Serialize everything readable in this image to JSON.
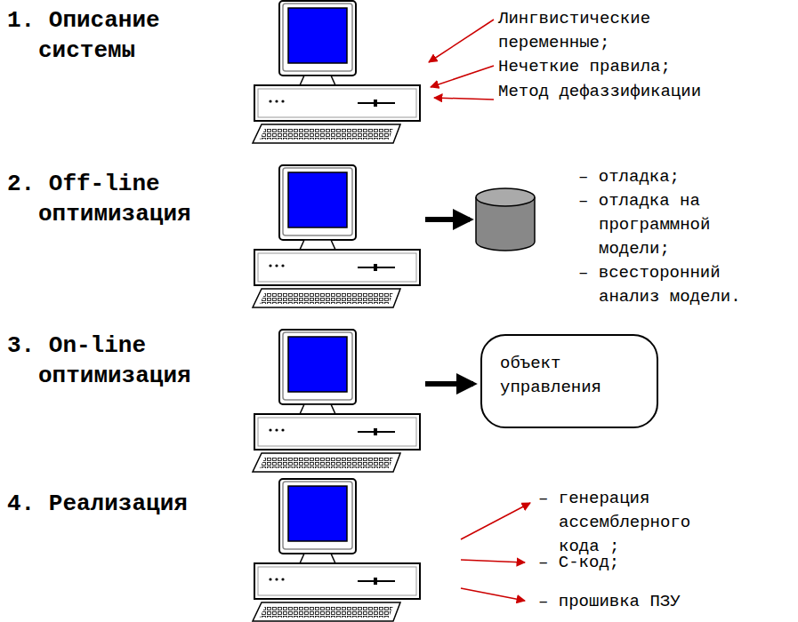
{
  "diagram": {
    "nodes": [
      {
        "text": [
          "объект управления"
        ]
      }
    ],
    "labels": [
      "1. Описание системы",
      "Лингвистические переменные;",
      "Нечеткие правила;",
      "Метод дефаззификации",
      "2. Off-line оптимизация",
      "– отладка;",
      "– отладка на программной модели;",
      "– всесторонний анализ модели.",
      "3. On-line оптимизация",
      "4. Реализация",
      "– генерация ассемблерного кода ;",
      "– С-код;",
      "– прошивка ПЗУ"
    ]
  }
}
